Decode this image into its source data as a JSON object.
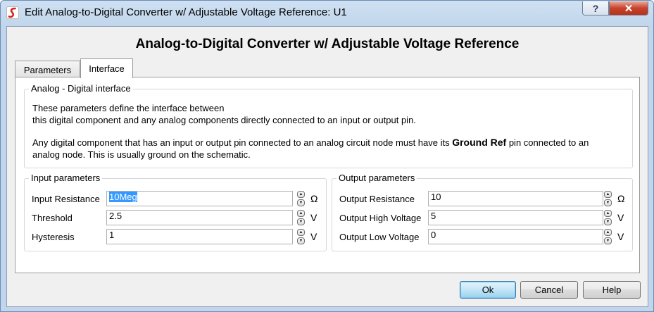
{
  "window": {
    "title": "Edit Analog-to-Digital Converter w/ Adjustable Voltage Reference: U1",
    "help_glyph": "?",
    "close_glyph": "✕",
    "app_icon": "simetrix-logo-icon"
  },
  "dialog": {
    "heading": "Analog-to-Digital Converter w/ Adjustable Voltage Reference"
  },
  "tabs": [
    {
      "label": "Parameters",
      "active": false
    },
    {
      "label": "Interface",
      "active": true
    }
  ],
  "analog_group": {
    "label": "Analog - Digital interface",
    "line1": "These parameters define the interface between",
    "line2": "this digital component and any analog components directly connected to an input or output pin.",
    "line3_before": "Any digital component that has an input or output pin connected to an analog circuit node must have its ",
    "line3_bold": "Ground Ref",
    "line3_after": " pin connected to an",
    "line4": "analog node. This is usually ground on the schematic."
  },
  "input_group": {
    "label": "Input parameters",
    "rows": [
      {
        "label": "Input Resistance",
        "value": "10Meg",
        "unit": "Ω"
      },
      {
        "label": "Threshold",
        "value": "2.5",
        "unit": "V"
      },
      {
        "label": "Hysteresis",
        "value": "1",
        "unit": "V"
      }
    ]
  },
  "output_group": {
    "label": "Output parameters",
    "rows": [
      {
        "label": "Output Resistance",
        "value": "10",
        "unit": "Ω"
      },
      {
        "label": "Output High Voltage",
        "value": "5",
        "unit": "V"
      },
      {
        "label": "Output Low Voltage",
        "value": "0",
        "unit": "V"
      }
    ]
  },
  "buttons": {
    "ok": "Ok",
    "cancel": "Cancel",
    "help": "Help"
  },
  "colors": {
    "selection": "#3399ff",
    "close_button": "#c7432c",
    "default_button_border": "#3c7fb1"
  }
}
